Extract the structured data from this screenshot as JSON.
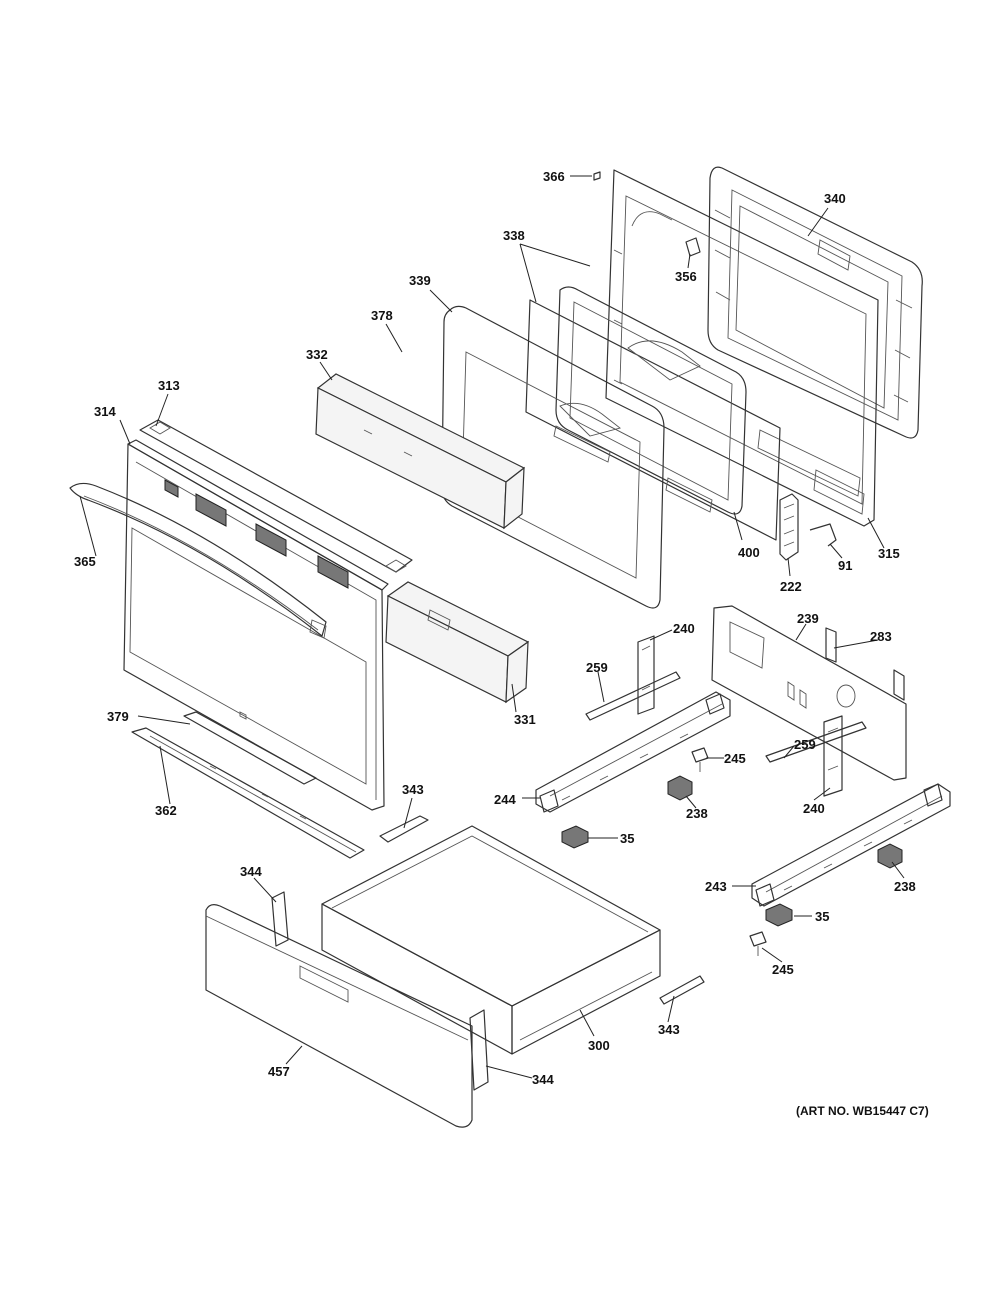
{
  "diagram": {
    "art_number": "(ART NO. WB15447 C7)",
    "callouts": {
      "c366": "366",
      "c340": "340",
      "c338": "338",
      "c356": "356",
      "c339": "339",
      "c378": "378",
      "c332": "332",
      "c313": "313",
      "c314": "314",
      "c365": "365",
      "c400": "400",
      "c222": "222",
      "c91": "91",
      "c315": "315",
      "c240a": "240",
      "c239": "239",
      "c283": "283",
      "c259a": "259",
      "c331": "331",
      "c245a": "245",
      "c379": "379",
      "c259b": "259",
      "c244": "244",
      "c238a": "238",
      "c240b": "240",
      "c362": "362",
      "c343a": "343",
      "c35a": "35",
      "c344a": "344",
      "c243": "243",
      "c238b": "238",
      "c35b": "35",
      "c245b": "245",
      "c343b": "343",
      "c300": "300",
      "c457": "457",
      "c344b": "344"
    }
  }
}
